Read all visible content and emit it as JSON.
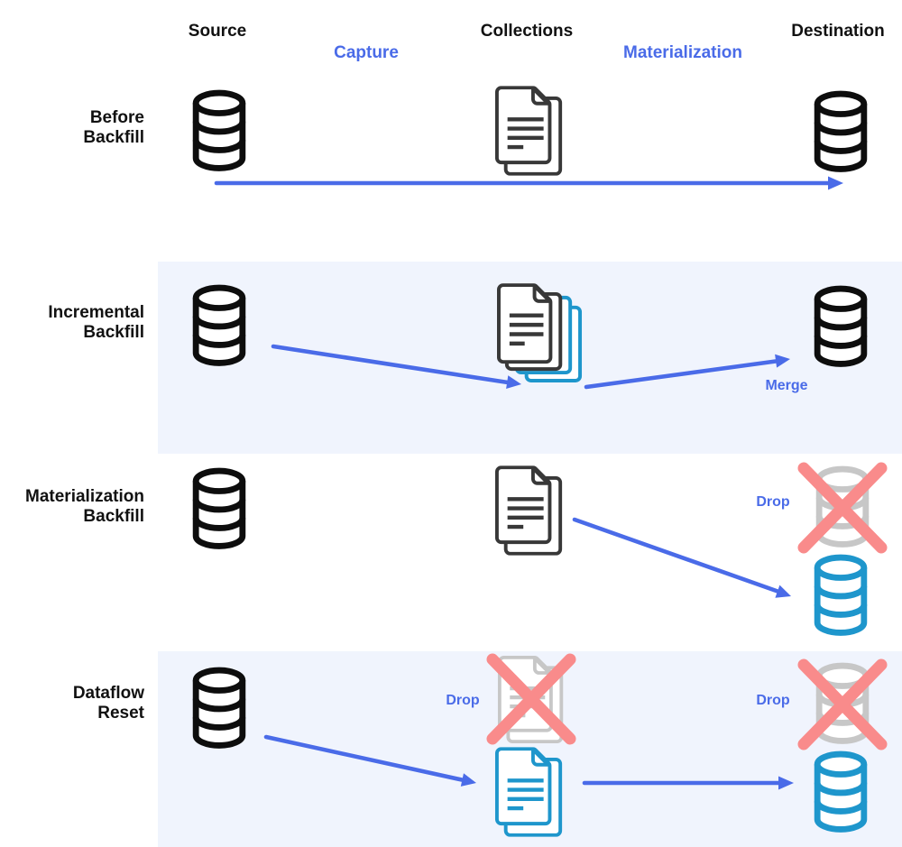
{
  "diagram": {
    "column_headers": [
      {
        "label": "Source"
      },
      {
        "label": "Collections"
      },
      {
        "label": "Destination"
      }
    ],
    "stage_headers": [
      {
        "label": "Capture"
      },
      {
        "label": "Materialization"
      }
    ],
    "rows": [
      {
        "line1": "Before",
        "line2": "Backfill"
      },
      {
        "line1": "Incremental",
        "line2": "Backfill"
      },
      {
        "line1": "Materialization",
        "line2": "Backfill"
      },
      {
        "line1": "Dataflow",
        "line2": "Reset"
      }
    ],
    "annotations": {
      "merge": "Merge",
      "drop": "Drop"
    },
    "icons": {
      "database": "database-icon",
      "document": "document-icon",
      "collection_stack": "collection-stack-icon",
      "cross": "cross-x-icon"
    },
    "colors": {
      "heading": "#111111",
      "accent": "#4A6BE8",
      "arrow": "#4A6BE8",
      "icon_black": "#0D0D0D",
      "icon_dark_gray": "#383838",
      "icon_teal": "#1E96CC",
      "icon_disabled_gray": "#C7C7C7",
      "cross_pink": "#F98B8B",
      "row_band": "#F0F4FD"
    }
  }
}
